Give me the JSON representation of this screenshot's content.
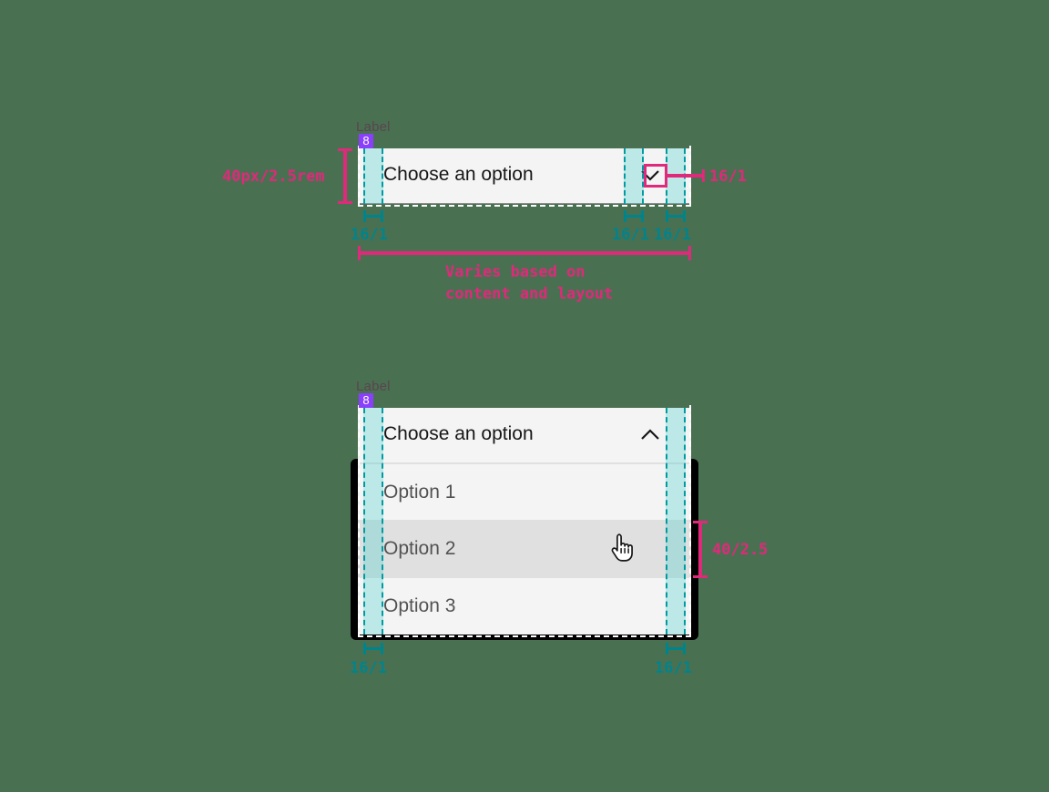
{
  "page": {
    "background_color": "#4a7052",
    "title": "Dropdown / select component spec"
  },
  "tokens": {
    "accent_pink": "#e0297a",
    "accent_teal": "#00848c",
    "teal_fill": "rgba(64,204,204,0.30)",
    "badge_purple": "#8a3ffc",
    "field_bg": "#f4f4f4",
    "field_border": "#8d8d8d",
    "hover_bg": "#e0e0e0"
  },
  "closed_state": {
    "label_text": "Label",
    "badge_value": "8",
    "field_value": "Choose an option",
    "chevron_icon": "chevron-down-icon",
    "annotations": {
      "height": "40px/2.5rem",
      "left_padding": "16/1",
      "icon_gap": "16/1",
      "right_padding": "16/1",
      "icon_callout": "16/1",
      "width_line_1": "Varies based on",
      "width_line_2": "content and layout"
    }
  },
  "open_state": {
    "label_text": "Label",
    "badge_value": "8",
    "field_value": "Choose an option",
    "chevron_icon": "chevron-up-icon",
    "options": [
      {
        "label": "Option 1",
        "hovered": false
      },
      {
        "label": "Option 2",
        "hovered": true
      },
      {
        "label": "Option 3",
        "hovered": false
      }
    ],
    "cursor_icon": "pointer-hand-cursor",
    "annotations": {
      "item_height": "40/2.5",
      "left_padding": "16/1",
      "right_padding": "16/1"
    }
  }
}
